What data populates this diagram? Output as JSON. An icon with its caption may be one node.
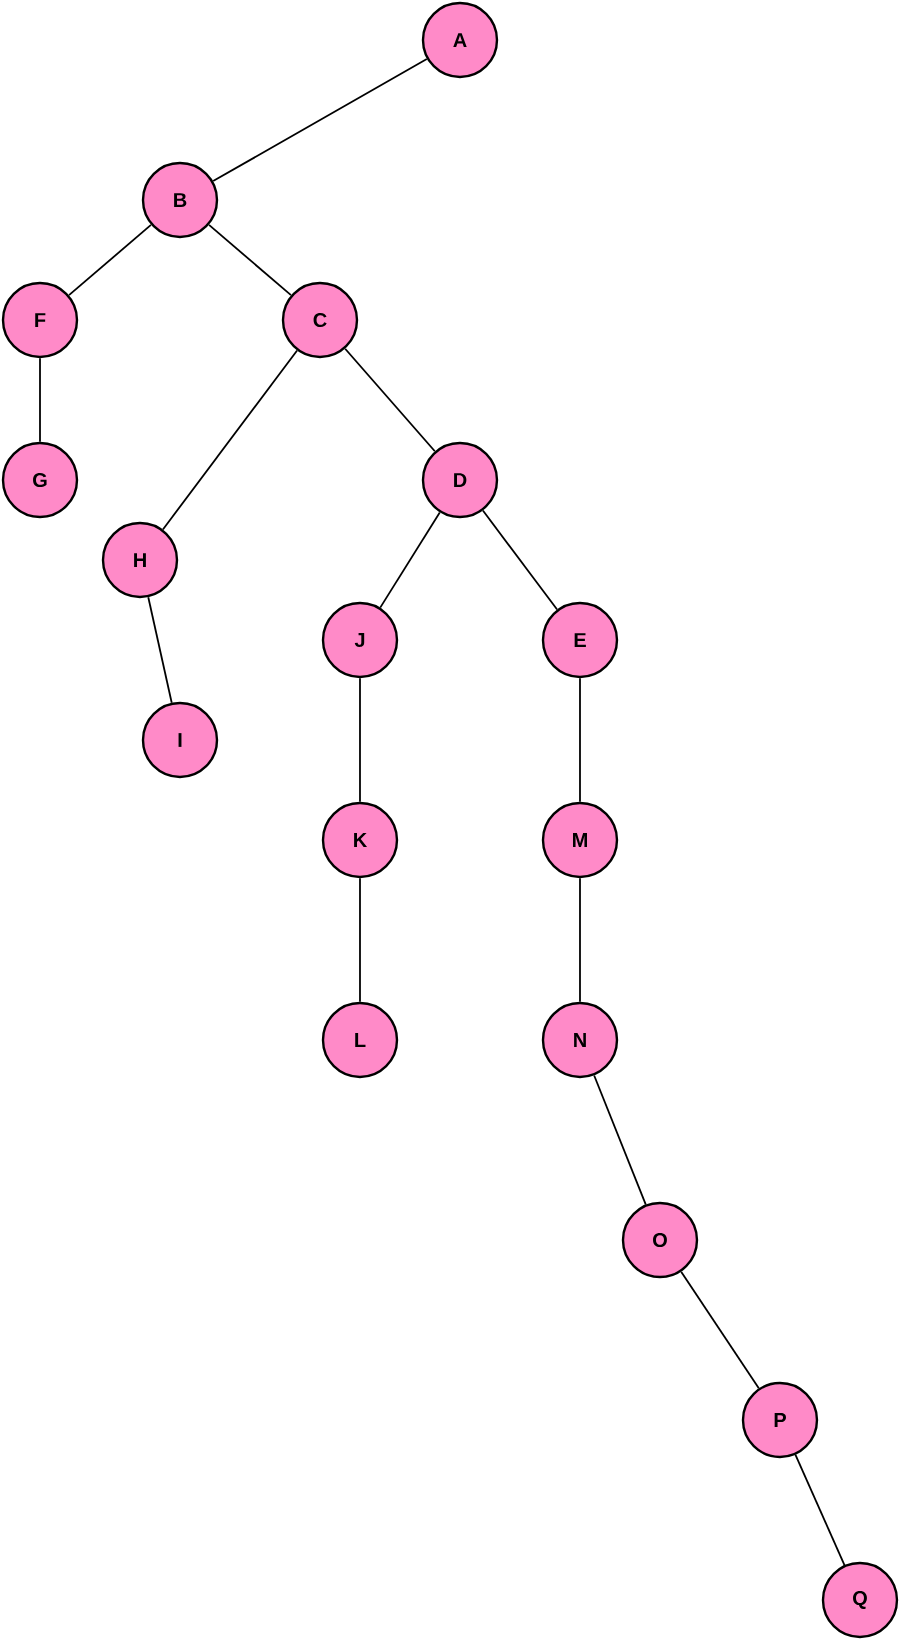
{
  "diagram": {
    "nodes": [
      {
        "text": [
          "A"
        ]
      },
      {
        "text": [
          "B"
        ]
      },
      {
        "text": [
          "F"
        ]
      },
      {
        "text": [
          "C"
        ]
      },
      {
        "text": [
          "G"
        ]
      },
      {
        "text": [
          "D"
        ]
      },
      {
        "text": [
          "H"
        ]
      },
      {
        "text": [
          "J"
        ]
      },
      {
        "text": [
          "E"
        ]
      },
      {
        "text": [
          "I"
        ]
      },
      {
        "text": [
          "K"
        ]
      },
      {
        "text": [
          "M"
        ]
      },
      {
        "text": [
          "L"
        ]
      },
      {
        "text": [
          "N"
        ]
      },
      {
        "text": [
          "O"
        ]
      },
      {
        "text": [
          "P"
        ]
      },
      {
        "text": [
          "Q"
        ]
      }
    ],
    "edges": [
      {
        "from": 0,
        "to": 1,
        "arrow": "none"
      },
      {
        "from": 1,
        "to": 2,
        "arrow": "none"
      },
      {
        "from": 1,
        "to": 3,
        "arrow": "none"
      },
      {
        "from": 2,
        "to": 4,
        "arrow": "none"
      },
      {
        "from": 3,
        "to": 6,
        "arrow": "none"
      },
      {
        "from": 3,
        "to": 5,
        "arrow": "none"
      },
      {
        "from": 6,
        "to": 9,
        "arrow": "none"
      },
      {
        "from": 5,
        "to": 7,
        "arrow": "none"
      },
      {
        "from": 5,
        "to": 8,
        "arrow": "none"
      },
      {
        "from": 7,
        "to": 10,
        "arrow": "none"
      },
      {
        "from": 10,
        "to": 12,
        "arrow": "none"
      },
      {
        "from": 8,
        "to": 11,
        "arrow": "none"
      },
      {
        "from": 11,
        "to": 13,
        "arrow": "none"
      },
      {
        "from": 13,
        "to": 14,
        "arrow": "none"
      },
      {
        "from": 14,
        "to": 15,
        "arrow": "none"
      },
      {
        "from": 15,
        "to": 16,
        "arrow": "none"
      }
    ]
  }
}
